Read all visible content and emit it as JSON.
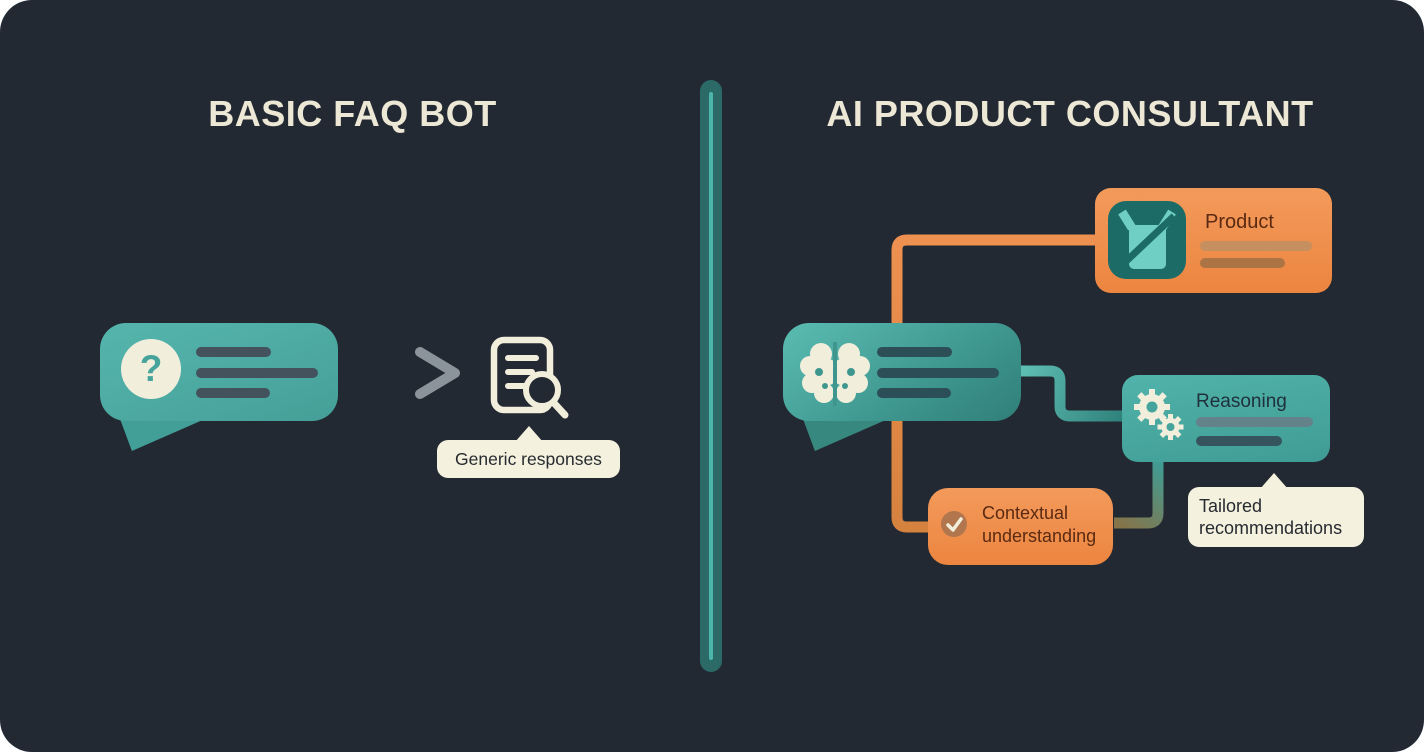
{
  "left_section": {
    "title": "BASIC FAQ BOT",
    "bubble_icon_glyph": "?",
    "tooltip_label": "Generic responses"
  },
  "right_section": {
    "title": "AI PRODUCT CONSULTANT",
    "product_node": {
      "label": "Product"
    },
    "reasoning_node": {
      "label": "Reasoning"
    },
    "contextual_node": {
      "lines": [
        "Contextual",
        "understanding"
      ]
    },
    "tailored_tooltip": {
      "lines": [
        "Tailored",
        "recommendations"
      ]
    }
  },
  "icons": {
    "left_bubble": "question-mark-icon",
    "left_flow": "arrow-right-icon",
    "left_result": "document-search-icon",
    "right_bubble": "brain-icon",
    "product_node": "package-icon",
    "reasoning_node": "gears-icon",
    "contextual_node": "check-icon"
  },
  "colors": {
    "panel_background": "#232932",
    "teal": "#4BAEA6",
    "teal_dark": "#2F7E78",
    "orange": "#EF9050",
    "cream": "#F2EEDC",
    "title_text": "#EDE8D6",
    "dark_text": "#262B30",
    "orange_box_text": "#5B2A12"
  }
}
